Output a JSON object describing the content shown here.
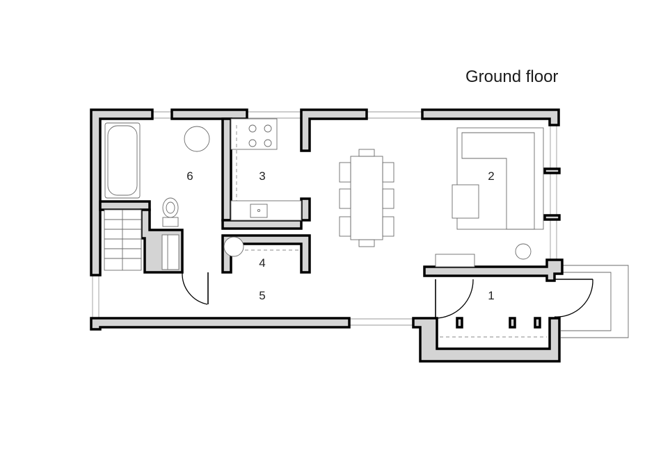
{
  "title": "Ground floor",
  "rooms": [
    {
      "id": "entrance",
      "number": "1"
    },
    {
      "id": "living",
      "number": "2"
    },
    {
      "id": "kitchen",
      "number": "3"
    },
    {
      "id": "utility",
      "number": "4"
    },
    {
      "id": "hall",
      "number": "5"
    },
    {
      "id": "bathroom",
      "number": "6"
    }
  ]
}
